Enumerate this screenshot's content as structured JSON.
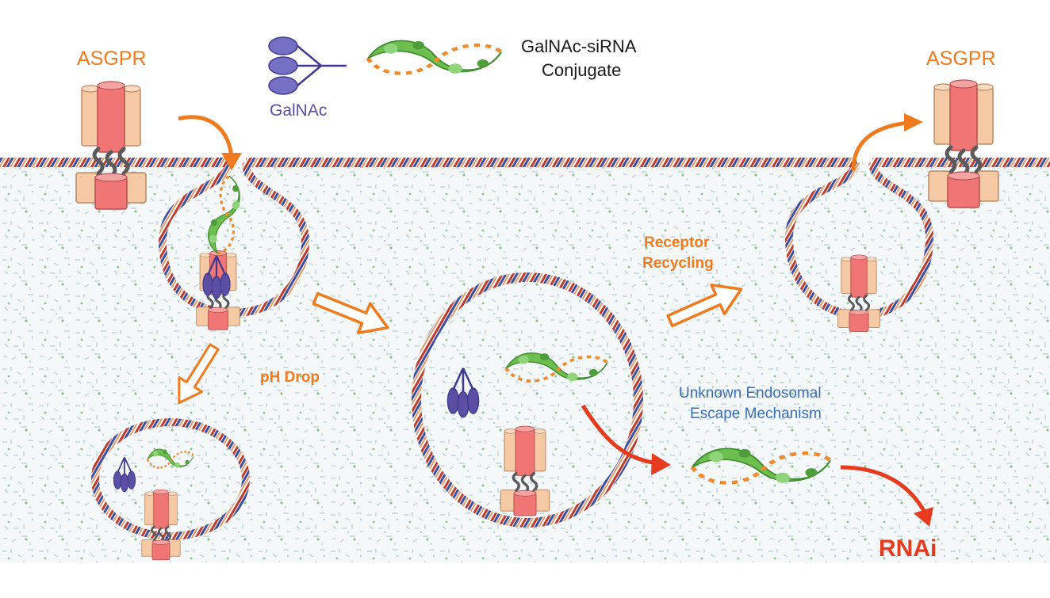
{
  "labels": {
    "asgpr_left": "ASGPR",
    "asgpr_right": "ASGPR",
    "galnac": "GalNAc",
    "conjugate_line1": "GalNAc-siRNA",
    "conjugate_line2": "Conjugate",
    "receptor_line1": "Receptor",
    "receptor_line2": "Recycling",
    "ph_drop": "pH Drop",
    "escape_line1": "Unknown Endosomal",
    "escape_line2": "Escape Mechanism",
    "rnai": "RNAi"
  },
  "colors": {
    "orange": "#f07a1e",
    "receptor_body": "#f5c9a3",
    "receptor_core": "#f07575",
    "galnac_purple": "#5b4ea3",
    "sirna_green": "#6cbf4f",
    "membrane_red": "#c0392b",
    "membrane_blue": "#3a4fa0",
    "escape_red": "#e63b1f",
    "escape_blue": "#3b6db3"
  }
}
